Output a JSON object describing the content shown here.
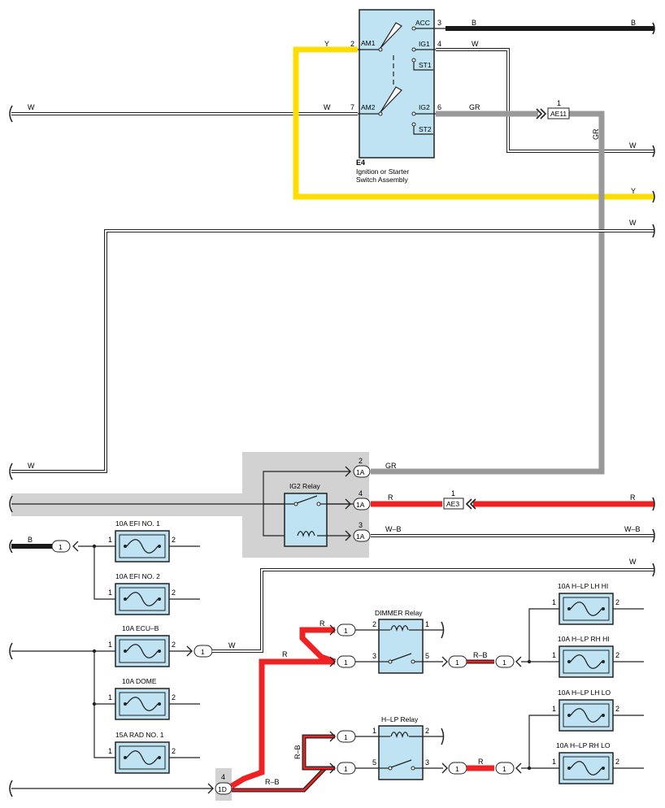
{
  "colors": {
    "black": "#1a1a1a",
    "white": "#ffffff",
    "yellow": "#ffdd00",
    "gray": "#999999",
    "red": "#ee2222",
    "component_fill": "#bfe3f3",
    "shade": "#d2d2d2"
  },
  "ignition": {
    "id": "E4",
    "name_line1": "Ignition or Starter",
    "name_line2": "Switch Assembly",
    "acc": "ACC",
    "ig1": "IG1",
    "st1": "ST1",
    "am1": "AM1",
    "am2": "AM2",
    "ig2": "IG2",
    "st2": "ST2",
    "pin_acc": "3",
    "pin_ig1": "4",
    "pin_am1": "2",
    "pin_am2": "7",
    "pin_ig2": "6"
  },
  "wire_labels": {
    "b": "B",
    "w": "W",
    "y": "Y",
    "gr": "GR",
    "r": "R",
    "wb": "W–B",
    "rb": "R–B"
  },
  "connectors": {
    "ae11": "AE11",
    "ae11_pin": "1",
    "ae3": "AE3",
    "ae3_pin": "1",
    "c1a": "1A",
    "c1a_pin_a": "2",
    "c1a_pin_b": "4",
    "c1a_pin_c": "3",
    "c1d": "1D",
    "c1d_pin": "4",
    "one": "1"
  },
  "relays": {
    "ig2": "IG2 Relay",
    "dimmer": "DIMMER Relay",
    "hlp": "H–LP Relay",
    "pin1": "1",
    "pin2": "2",
    "pin3": "3",
    "pin5": "5"
  },
  "fuses": {
    "efi1": "10A EFI NO. 1",
    "efi2": "10A EFI NO. 2",
    "ecub": "10A ECU–B",
    "dome": "10A DOME",
    "rad1": "15A RAD NO. 1",
    "lh_hi": "10A H–LP LH HI",
    "rh_hi": "10A H–LP RH HI",
    "lh_lo": "10A H–LP LH LO",
    "rh_lo": "10A H–LP RH LO",
    "pin1": "1",
    "pin2": "2"
  }
}
